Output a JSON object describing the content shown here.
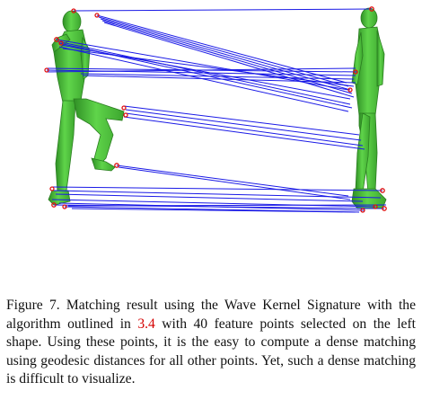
{
  "caption": {
    "prefix": "Figure 7. Matching result using the Wave Kernel Signature with the algorithm outlined in ",
    "ref": "3.4",
    "suffix": " with 40 feature points selected on the left shape.  Using these points, it is the easy to compute a dense matching using geodesic distances for all other points. Yet, such a dense matching is difficult to visualize."
  },
  "colors": {
    "body": "#4cc436",
    "body_dark": "#2f8f25",
    "match_line": "#1a1ae6",
    "feature_point": "#e01010"
  }
}
